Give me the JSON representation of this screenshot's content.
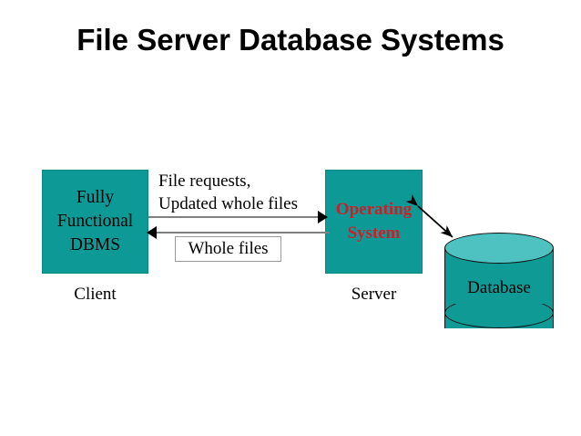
{
  "slide": {
    "title": "File Server Database Systems",
    "background_color": "#ffffff"
  },
  "colors": {
    "node_fill": "#0D9A96",
    "cylinder_body": "#109A96",
    "cylinder_top": "#4EC2C0",
    "server_text": "#C8202A",
    "arrow_line": "#808080",
    "arrow_head": "#000000",
    "outline": "#111111"
  },
  "diagram": {
    "client": {
      "box_label": "Fully\nFunctional\nDBMS",
      "box_label_line1": "Fully",
      "box_label_line2": "Functional",
      "box_label_line3": "DBMS",
      "caption": "Client"
    },
    "server": {
      "box_label_line1": "Operating",
      "box_label_line2": "System",
      "caption": "Server"
    },
    "database": {
      "label": "Database"
    },
    "flows": {
      "to_server_line1": "File requests,",
      "to_server_line2": "Updated whole files",
      "to_client_label": "Whole files"
    },
    "icon_names": {
      "client_node": "client-box-icon",
      "server_node": "server-box-icon",
      "database_node": "database-cylinder-icon",
      "arrow_right": "arrow-right-icon",
      "arrow_left": "arrow-left-icon",
      "arrow_double": "double-arrow-icon"
    }
  }
}
